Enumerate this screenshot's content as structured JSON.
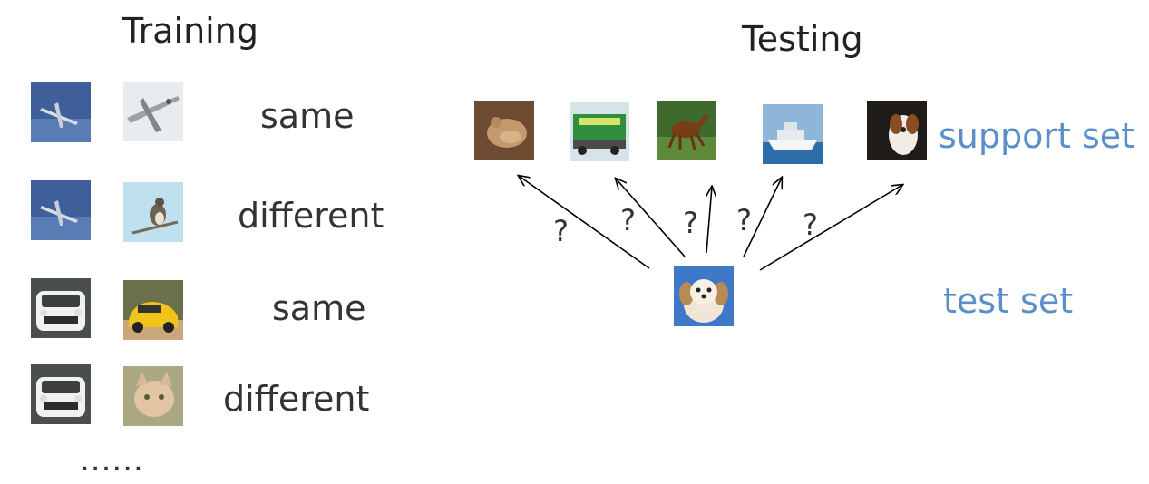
{
  "training": {
    "title": "Training",
    "rows": [
      {
        "left_image": "airplane-image",
        "right_image": "airliner-image",
        "label": "same"
      },
      {
        "left_image": "airplane-image",
        "right_image": "bird-image",
        "label": "different"
      },
      {
        "left_image": "white-car-image",
        "right_image": "yellow-car-image",
        "label": "same"
      },
      {
        "left_image": "white-car-image",
        "right_image": "cat-image",
        "label": "different"
      }
    ],
    "ellipsis": "......"
  },
  "testing": {
    "title": "Testing",
    "support_label": "support set",
    "test_label": "test set",
    "support_images": [
      "frog-image",
      "truck-image",
      "horse-image",
      "ship-image",
      "dog-image"
    ],
    "query_image": "puppy-image",
    "question_marks": [
      "?",
      "?",
      "?",
      "?",
      "?"
    ]
  },
  "colors": {
    "text": "#333333",
    "set_label": "#5b8fc9",
    "arrow": "#000000"
  }
}
